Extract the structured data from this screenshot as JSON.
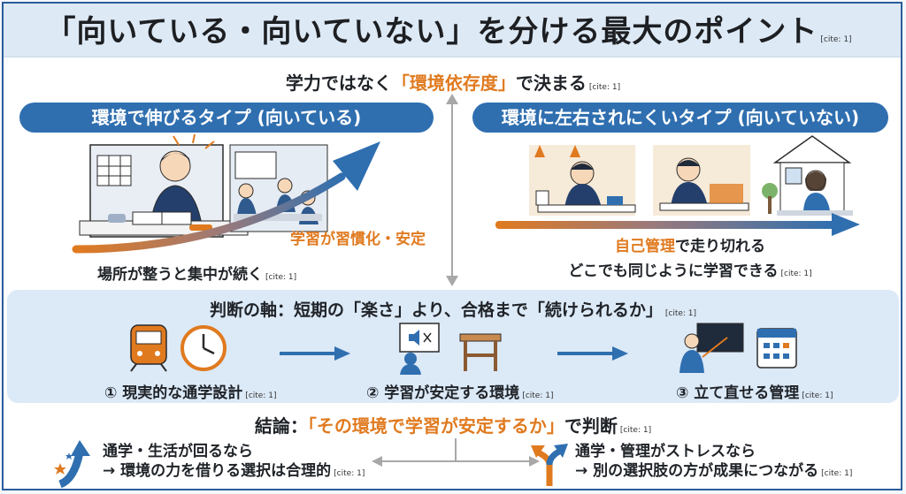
{
  "title": "「向いている・向いていない」を分ける最大のポイント",
  "cite": "[cite: 1]",
  "subtitle": {
    "before": "学力ではなく",
    "highlight": "「環境依存度」",
    "after": "で決まる"
  },
  "left": {
    "header": "環境で伸びるタイプ (向いている)",
    "curve_label": "学習が習慣化・安定",
    "caption": "場所が整うと集中が続く"
  },
  "right": {
    "header": "環境に左右されにくいタイプ (向いていない)",
    "caption_highlight": "自己管理",
    "caption_rest": "で走り切れる",
    "caption_line2": "どこでも同じように学習できる"
  },
  "axis": {
    "title": "判断の軸：短期の「楽さ」より、合格まで「続けられるか」",
    "steps": [
      {
        "label": "① 現実的な通学設計"
      },
      {
        "label": "② 学習が安定する環境"
      },
      {
        "label": "③ 立て直せる管理"
      }
    ]
  },
  "conclusion": {
    "before": "結論：",
    "highlight": "「その環境で学習が安定するか」",
    "after": "で判断"
  },
  "branches": {
    "left_line1": "通学・生活が回るなら",
    "left_line2": "→ 環境の力を借りる選択は合理的",
    "right_line1": "通学・管理がストレスなら",
    "right_line2": "→ 別の選択肢の方が成果につながる"
  },
  "colors": {
    "accent_blue": "#2f6fb0",
    "accent_orange": "#e07a1f",
    "panel_blue": "#dce9f7"
  }
}
